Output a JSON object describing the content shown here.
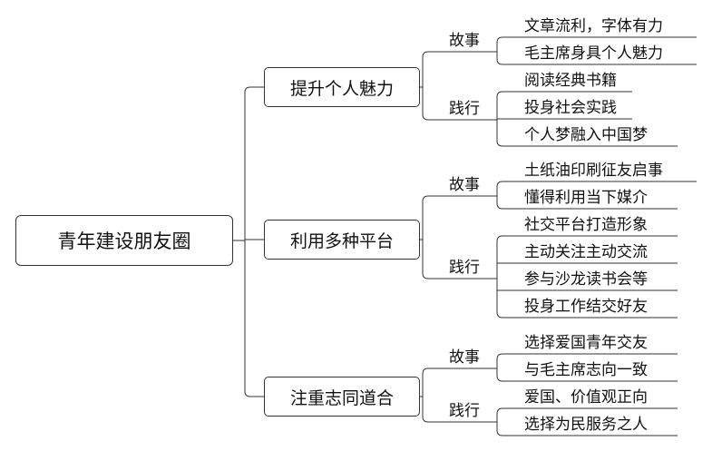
{
  "root": "青年建设朋友圈",
  "branches": [
    {
      "title": "提升个人魅力",
      "groups": [
        {
          "label": "故事",
          "items": [
            "文章流利，字体有力",
            "毛主席身具个人魅力"
          ]
        },
        {
          "label": "践行",
          "items": [
            "阅读经典书籍",
            "投身社会实践",
            "个人梦融入中国梦"
          ]
        }
      ]
    },
    {
      "title": "利用多种平台",
      "groups": [
        {
          "label": "故事",
          "items": [
            "土纸油印刷征友启事",
            "懂得利用当下媒介"
          ]
        },
        {
          "label": "践行",
          "items": [
            "社交平台打造形象",
            "主动关注主动交流",
            "参与沙龙读书会等",
            "投身工作结交好友"
          ]
        }
      ]
    },
    {
      "title": "注重志同道合",
      "groups": [
        {
          "label": "故事",
          "items": [
            "选择爱国青年交友",
            "与毛主席志向一致"
          ]
        },
        {
          "label": "践行",
          "items": [
            "爱国、价值观正向",
            "选择为民服务之人"
          ]
        }
      ]
    }
  ]
}
